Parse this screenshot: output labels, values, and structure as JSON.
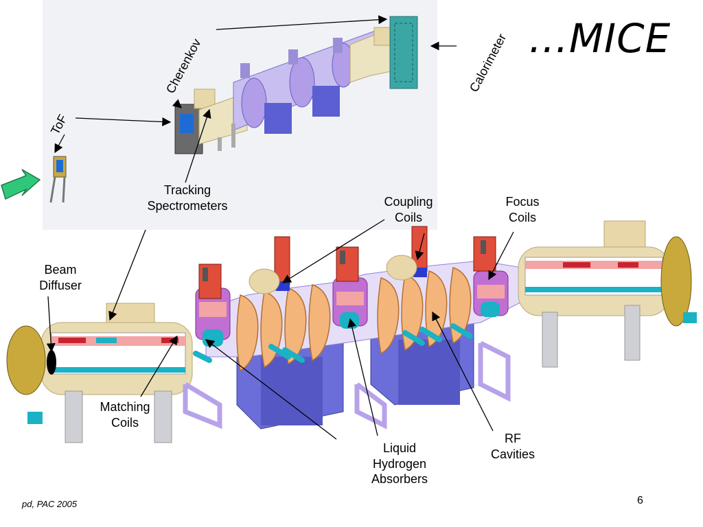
{
  "slide": {
    "title": "…MICE",
    "footer": "pd, PAC 2005",
    "page_number": "6"
  },
  "labels": {
    "cherenkov": "Cherenkov",
    "calorimeter": "Calorimeter",
    "tof": "ToF",
    "tracking": [
      "Tracking",
      "Spectrometers"
    ],
    "coupling": [
      "Coupling",
      "Coils"
    ],
    "focus": [
      "Focus",
      "Coils"
    ],
    "beam_diffuser": [
      "Beam",
      "Diffuser"
    ],
    "matching": [
      "Matching",
      "Coils"
    ],
    "lh2": [
      "Liquid",
      "Hydrogen",
      "Absorbers"
    ],
    "rf": [
      "RF",
      "Cavities"
    ]
  },
  "colors": {
    "beam_arrow": "#2fc87a",
    "cavity": "#f4b57a",
    "yoke": "#6b6ed8",
    "spectrometer": "#e8d7a8",
    "coil": "#e23a4a",
    "absorber": "#1ab2c4"
  }
}
